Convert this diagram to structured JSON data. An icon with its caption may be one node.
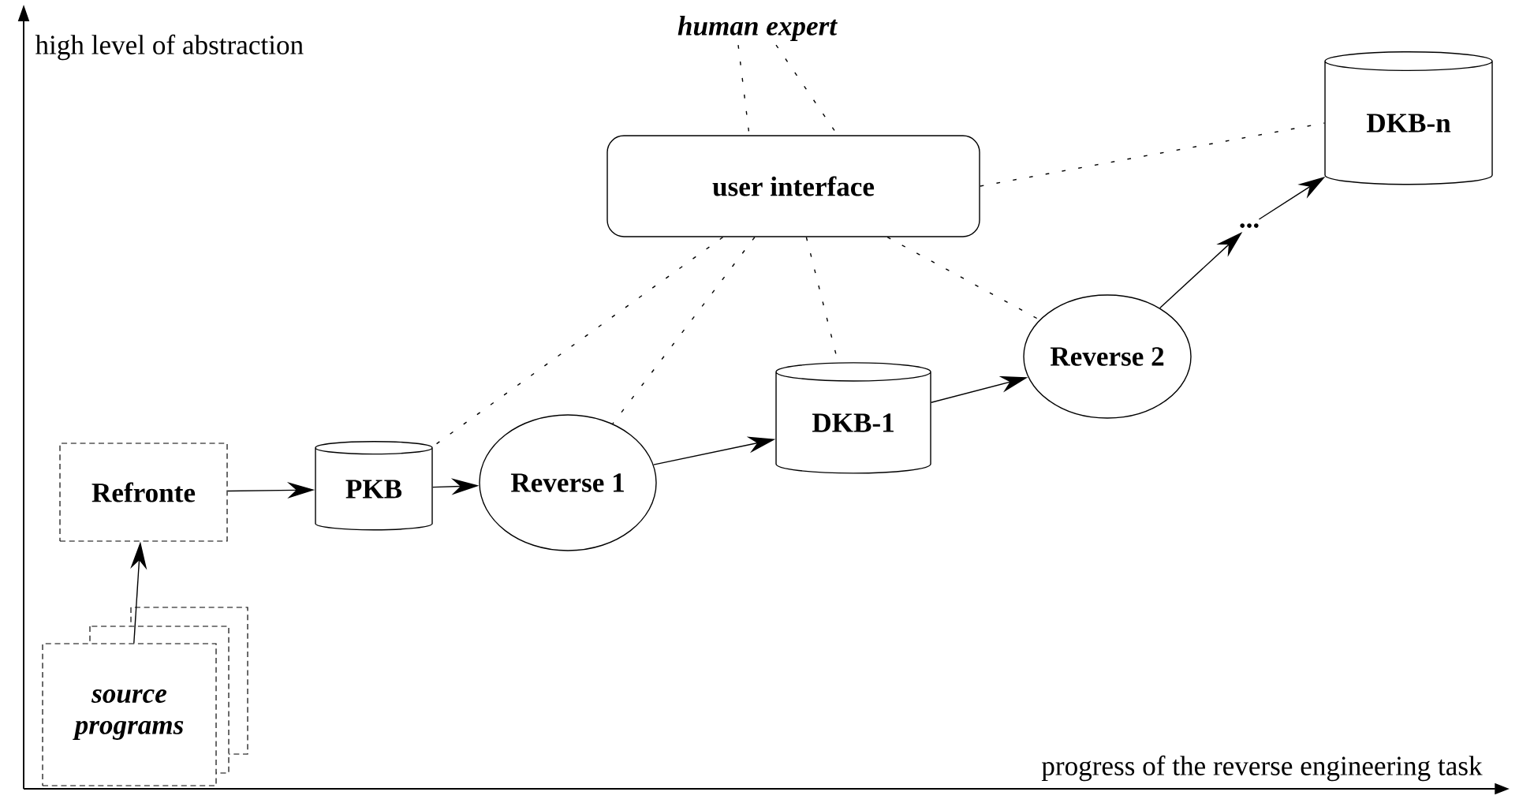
{
  "diagram": {
    "nodes": [
      {
        "text": [
          "human expert"
        ]
      },
      {
        "text": [
          "user interface"
        ]
      },
      {
        "text": [
          "DKB-n"
        ]
      },
      {
        "text": [
          "Refronte"
        ]
      },
      {
        "text": [
          "PKB"
        ]
      },
      {
        "text": [
          "Reverse 1"
        ]
      },
      {
        "text": [
          "DKB-1"
        ]
      },
      {
        "text": [
          "Reverse 2"
        ]
      },
      {
        "text": [
          "..."
        ]
      },
      {
        "text": [
          "source programs"
        ]
      }
    ],
    "edges": [
      {
        "from": 0,
        "to": 1,
        "arrow": "none",
        "style": "dashed"
      },
      {
        "from": 0,
        "to": 1,
        "arrow": "none",
        "style": "dashed"
      },
      {
        "from": 1,
        "to": 2,
        "arrow": "none",
        "style": "dashed"
      },
      {
        "from": 1,
        "to": 4,
        "arrow": "none",
        "style": "dashed"
      },
      {
        "from": 1,
        "to": 5,
        "arrow": "none",
        "style": "dashed"
      },
      {
        "from": 1,
        "to": 6,
        "arrow": "none",
        "style": "dashed"
      },
      {
        "from": 1,
        "to": 7,
        "arrow": "none",
        "style": "dashed"
      },
      {
        "from": 9,
        "to": 3,
        "arrow": "to"
      },
      {
        "from": 3,
        "to": 4,
        "arrow": "to"
      },
      {
        "from": 4,
        "to": 5,
        "arrow": "to"
      },
      {
        "from": 5,
        "to": 6,
        "arrow": "to"
      },
      {
        "from": 6,
        "to": 7,
        "arrow": "to"
      },
      {
        "from": 7,
        "to": 8,
        "arrow": "to"
      },
      {
        "from": 8,
        "to": 2,
        "arrow": "to"
      }
    ],
    "labels": [
      "high level of abstraction",
      "progress of the reverse engineering task"
    ]
  }
}
